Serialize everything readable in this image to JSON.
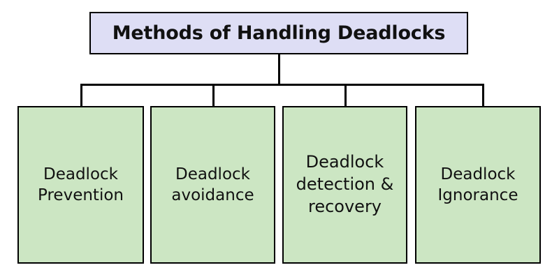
{
  "diagram": {
    "type": "tree-hierarchy",
    "title": "Methods of Handling Deadlocks",
    "background_color": "#ffffff",
    "root": {
      "label": "Methods of Handling Deadlocks",
      "fill_color": "#dedef5",
      "border_color": "#000000",
      "text_color": "#111111"
    },
    "connector": {
      "color": "#000000",
      "style": "orthogonal-elbow"
    },
    "children": [
      {
        "label": "Deadlock\nPrevention",
        "fill_color": "#cce6c3",
        "border_color": "#000000",
        "text_color": "#111111"
      },
      {
        "label": "Deadlock\navoidance",
        "fill_color": "#cce6c3",
        "border_color": "#000000",
        "text_color": "#111111"
      },
      {
        "label": "Deadlock\ndetection &\nrecovery",
        "fill_color": "#cce6c3",
        "border_color": "#000000",
        "text_color": "#111111"
      },
      {
        "label": "Deadlock\nIgnorance",
        "fill_color": "#cce6c3",
        "border_color": "#000000",
        "text_color": "#111111"
      }
    ]
  }
}
